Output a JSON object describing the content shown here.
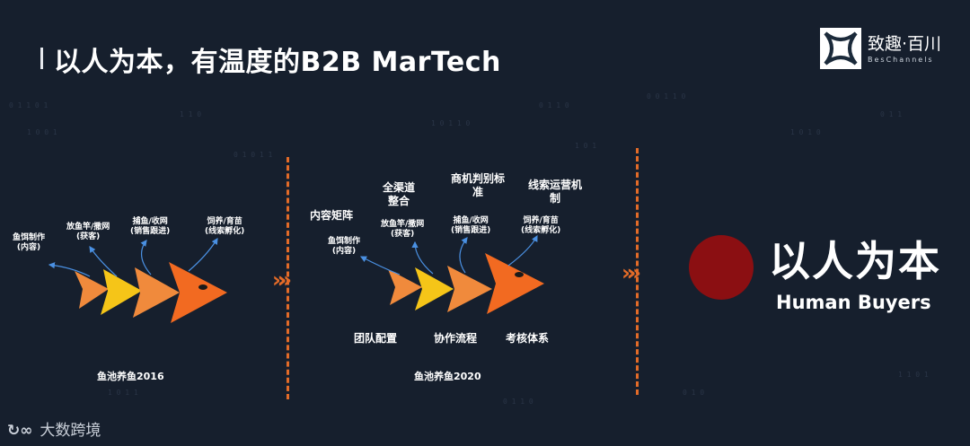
{
  "title": "以人为本，有温度的B2B MarTech",
  "logo": {
    "cn": "致趣·百川",
    "en": "BesChannels"
  },
  "stage2016": {
    "labels": [
      "鱼饵制作\n(内容)",
      "放鱼竿/撒网\n(获客)",
      "捕鱼/收网\n(销售跟进)",
      "饲养/育苗\n(线索孵化)"
    ],
    "caption": "鱼池养鱼2016"
  },
  "stage2020": {
    "labels": [
      "鱼饵制作\n(内容)",
      "放鱼竿/撒网\n(获客)",
      "捕鱼/收网\n(销售跟进)",
      "饲养/育苗\n(线索孵化)"
    ],
    "top_labels": [
      "内容矩阵",
      "全渠道\n整合",
      "商机判别标\n准",
      "线索运营机\n制"
    ],
    "bottom_labels": [
      "团队配置",
      "协作流程",
      "考核体系"
    ],
    "caption": "鱼池养鱼2020"
  },
  "result": {
    "big": "以人为本",
    "sub": "Human Buyers"
  },
  "watermark": "大数跨境",
  "colors": {
    "background": "#161f2d",
    "orange": "#e36b28",
    "deep_orange": "#f26a21",
    "yellow": "#f5c518",
    "light_orange": "#f08a3c",
    "red_circle": "#8b0f12"
  }
}
